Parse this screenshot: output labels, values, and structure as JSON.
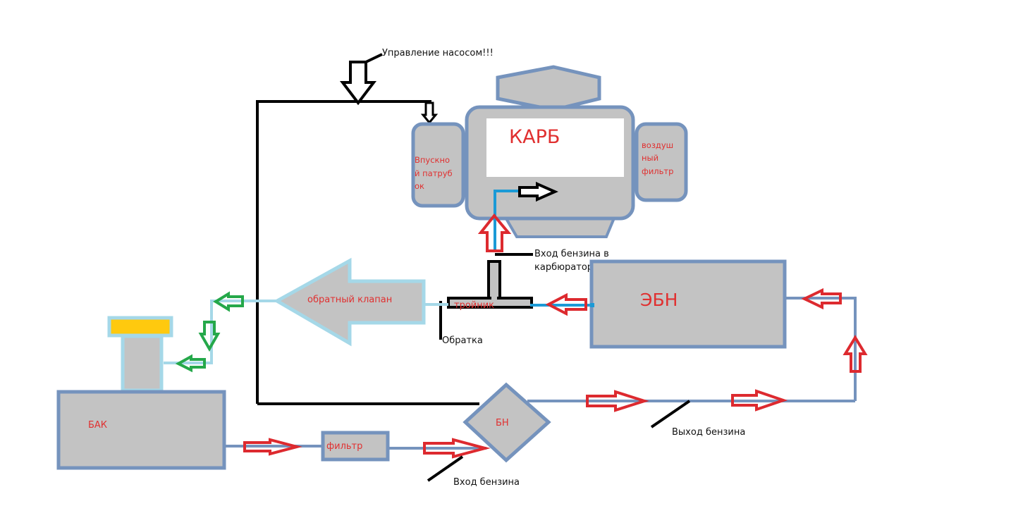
{
  "colors": {
    "component_fill": "#c3c3c3",
    "component_stroke": "#7593bd",
    "return_line": "#a5d8e8",
    "feed_line_blue": "#1b9ad6",
    "arrow_red": "#dd2a2f",
    "arrow_green": "#25a84a",
    "control_line": "#000000",
    "cap_yellow": "#ffc90e",
    "label_red": "#e03030",
    "label_black": "#111111"
  },
  "components": {
    "carb": {
      "label": "КАРБ"
    },
    "intake": {
      "label_lines": [
        "Впускно",
        "й патруб",
        "ок"
      ]
    },
    "air_filter": {
      "label_lines": [
        "воздуш",
        "ный",
        "фильтр"
      ]
    },
    "check_valve": {
      "label": "обратный клапан"
    },
    "tee": {
      "label": "тройник"
    },
    "electric_pump": {
      "label": "ЭБН"
    },
    "tank": {
      "label": "БАК"
    },
    "fuel_filter": {
      "label": "фильтр"
    },
    "mech_pump": {
      "label": "БН"
    }
  },
  "annotations": {
    "pump_control": "Управление насосом!!!",
    "carb_inlet_line1": "Вход бензина в",
    "carb_inlet_line2": "карбюратор",
    "return": "Обратка",
    "pump_outlet": "Выход бензина",
    "pump_inlet": "Вход бензина"
  }
}
